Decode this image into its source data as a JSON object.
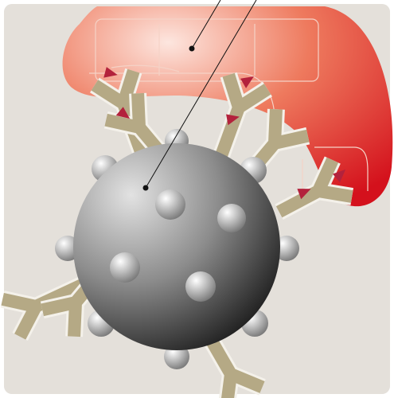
{
  "diagram": {
    "colors": {
      "panel_background": "#e4e0da",
      "frame_background": "#ffffff",
      "cell_highlight": "#fde6df",
      "cell_mid": "#ee7a5e",
      "cell_deep": "#d4111c",
      "cell_outline_lines": "#f5d2c6",
      "antibody": "#b5a985",
      "antibody_outline": "#f4f1ea",
      "receptor_marker": "#b3223c",
      "sphere_light": "#e2e2e2",
      "sphere_mid": "#8c8c8c",
      "sphere_dark": "#1e1e1e",
      "bead_light": "#ffffff",
      "bead_dark": "#777777",
      "leader_line": "#111111"
    },
    "structures": [
      {
        "id": "target-cell",
        "icon": "elongated-red-cell-shape",
        "label": ""
      },
      {
        "id": "magnetic-bead",
        "icon": "grey-sphere-with-surface-bumps",
        "label": ""
      },
      {
        "id": "antibodies",
        "icon": "y-shaped-antibody",
        "label": ""
      },
      {
        "id": "cell-receptors",
        "icon": "triangle-marker",
        "label": ""
      }
    ],
    "leaders": [
      {
        "target": "target-cell",
        "label": ""
      },
      {
        "target": "magnetic-bead",
        "label": ""
      }
    ]
  }
}
